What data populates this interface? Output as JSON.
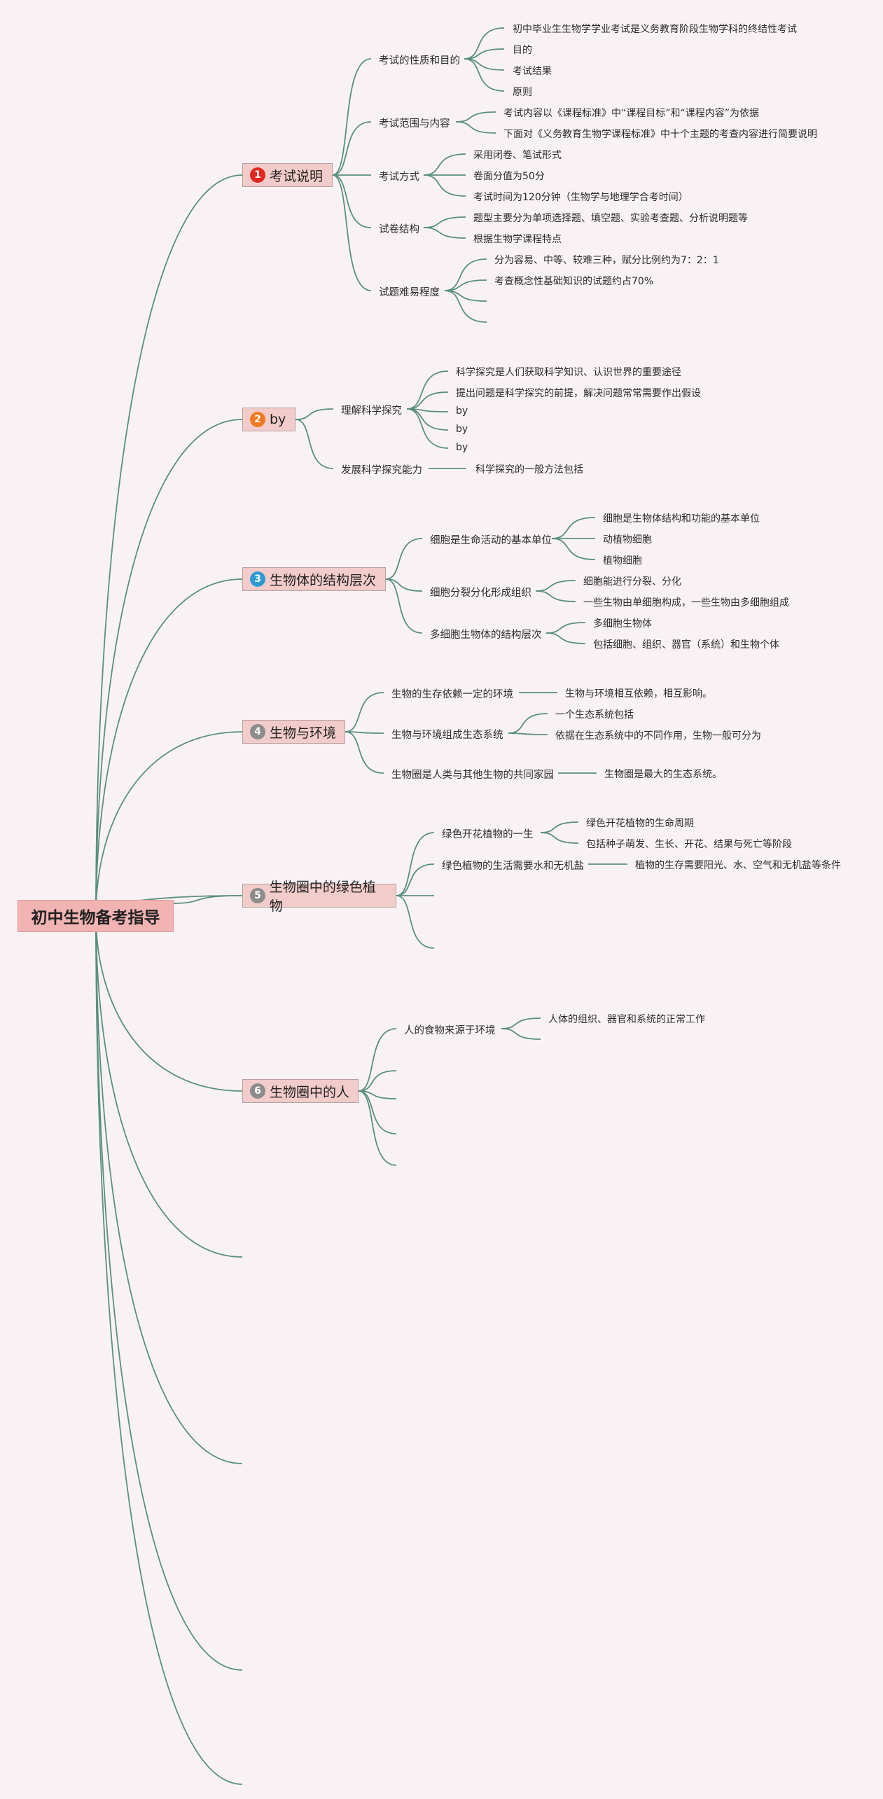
{
  "root": "初中生物备考指导",
  "colors": {
    "line": "#5a8f80",
    "root_bg": "#f2b3b3",
    "topic_bg": "#f2cbcb",
    "badge_red": "#e0281f",
    "badge_orange": "#ef7a22",
    "badge_blue": "#2d9ad6",
    "badge_gray": "#8c8c8c",
    "background": "#f9f2f5"
  },
  "topics": [
    {
      "number": "1",
      "label": "考试说明",
      "children": [
        {
          "label": "考试的性质和目的",
          "children": [
            "初中毕业生生物学学业考试是义务教育阶段生物学科的终结性考试",
            "目的",
            "考试结果",
            "原则"
          ]
        },
        {
          "label": "考试范围与内容",
          "children": [
            "考试内容以《课程标准》中“课程目标”和“课程内容”为依据",
            "下面对《义务教育生物学课程标准》中十个主题的考查内容进行简要说明"
          ]
        },
        {
          "label": "考试方式",
          "children": [
            "采用闭卷、笔试形式",
            "卷面分值为50分",
            "考试时间为120分钟（生物学与地理学合考时间）"
          ]
        },
        {
          "label": "试卷结构",
          "children": [
            "题型主要分为单项选择题、填空题、实验考查题、分析说明题等",
            "根据生物学课程特点"
          ]
        },
        {
          "label": "试题难易程度",
          "children": [
            "分为容易、中等、较难三种，赋分比例约为7：2：1",
            "考查概念性基础知识的试题约占70%"
          ]
        }
      ]
    },
    {
      "number": "2",
      "label": "by",
      "children": [
        {
          "label": "理解科学探究",
          "children": [
            "科学探究是人们获取科学知识、认识世界的重要途径",
            "提出问题是科学探究的前提，解决问题常常需要作出假设",
            "by",
            "by",
            "by"
          ]
        },
        {
          "label": "发展科学探究能力",
          "children": [
            "科学探究的一般方法包括"
          ]
        }
      ]
    },
    {
      "number": "3",
      "label": "生物体的结构层次",
      "children": [
        {
          "label": "细胞是生命活动的基本单位",
          "children": [
            "细胞是生物体结构和功能的基本单位",
            "动植物细胞",
            "植物细胞"
          ]
        },
        {
          "label": "细胞分裂分化形成组织",
          "children": [
            "细胞能进行分裂、分化",
            "一些生物由单细胞构成，一些生物由多细胞组成"
          ]
        },
        {
          "label": "多细胞生物体的结构层次",
          "children": [
            "多细胞生物体",
            "包括细胞、组织、器官（系统）和生物个体"
          ]
        }
      ]
    },
    {
      "number": "4",
      "label": "生物与环境",
      "children": [
        {
          "label": "生物的生存依赖一定的环境",
          "children": [
            "生物与环境相互依赖，相互影响。"
          ]
        },
        {
          "label": "生物与环境组成生态系统",
          "children": [
            "一个生态系统包括",
            "依据在生态系统中的不同作用，生物一般可分为"
          ]
        },
        {
          "label": "生物圈是人类与其他生物的共同家园",
          "children": [
            "生物圈是最大的生态系统。"
          ]
        }
      ]
    },
    {
      "number": "5",
      "label": "生物圈中的绿色植物",
      "children": [
        {
          "label": "绿色开花植物的一生",
          "children": [
            "绿色开花植物的生命周期",
            "包括种子萌发、生长、开花、结果与死亡等阶段"
          ]
        },
        {
          "label": "绿色植物的生活需要水和无机盐",
          "children": [
            "植物的生存需要阳光、水、空气和无机盐等条件"
          ]
        }
      ]
    },
    {
      "number": "6",
      "label": "生物圈中的人",
      "children": [
        {
          "label": "人的食物来源于环境",
          "children": [
            "人体的组织、器官和系统的正常工作"
          ]
        }
      ]
    }
  ]
}
